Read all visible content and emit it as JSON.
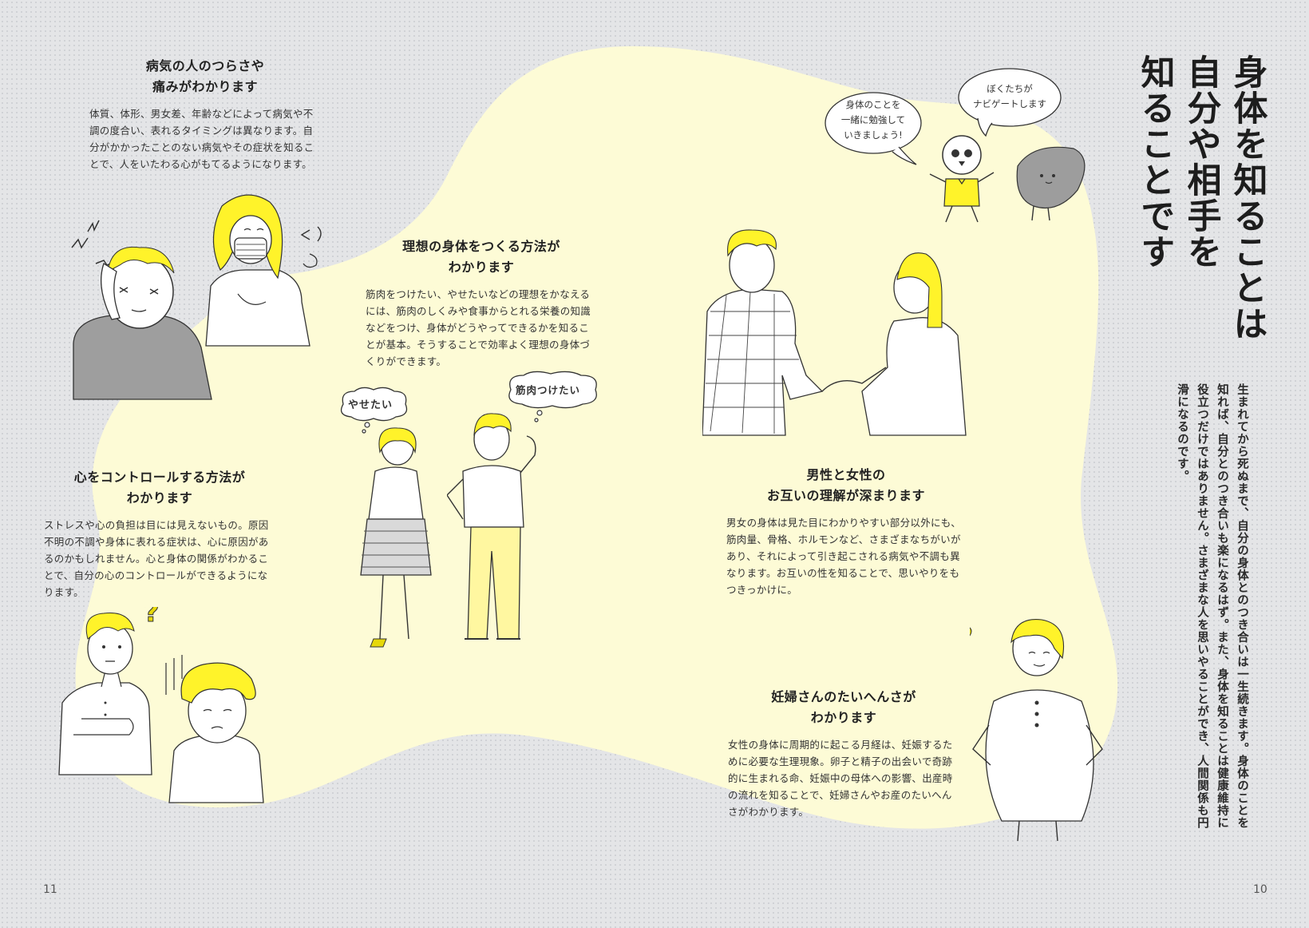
{
  "headline": {
    "lines": [
      "身体を知ることは",
      "自分や相手を",
      "知ることです"
    ]
  },
  "lead": {
    "text": "生まれてから死ぬまで、自分の身体とのつき合いは一生続きます。身体のことを知れば、自分とのつき合いも楽になるはず。また、身体を知ることは健康維持に役立つだけではありません。さまざまな人を思いやることができ、人間関係も円滑になるのです。"
  },
  "speech": {
    "left": [
      "身体のことを",
      "一緒に勉強して",
      "いきましょう!"
    ],
    "right": [
      "ぼくたちが",
      "ナビゲートします"
    ]
  },
  "thoughts": {
    "woman": "やせたい",
    "man": "筋肉つけたい"
  },
  "sections": {
    "illness": {
      "title": [
        "病気の人のつらさや",
        "痛みがわかります"
      ],
      "body": "体質、体形、男女差、年齢などによって病気や不調の度合い、表れるタイミングは異なります。自分がかかったことのない病気やその症状を知ることで、人をいたわる心がもてるようになります。"
    },
    "ideal": {
      "title": [
        "理想の身体をつくる方法が",
        "わかります"
      ],
      "body": "筋肉をつけたい、やせたいなどの理想をかなえるには、筋肉のしくみや食事からとれる栄養の知識などをつけ、身体がどうやってできるかを知ることが基本。そうすることで効率よく理想の身体づくりができます。"
    },
    "mind": {
      "title": [
        "心をコントロールする方法が",
        "わかります"
      ],
      "body": "ストレスや心の負担は目には見えないもの。原因不明の不調や身体に表れる症状は、心に原因があるのかもしれません。心と身体の関係がわかることで、自分の心のコントロールができるようになります。"
    },
    "gender": {
      "title": [
        "男性と女性の",
        "お互いの理解が深まります"
      ],
      "body": "男女の身体は見た目にわかりやすい部分以外にも、筋肉量、骨格、ホルモンなど、さまざまなちがいがあり、それによって引き起こされる病気や不調も異なります。お互いの性を知ることで、思いやりをもつきっかけに。"
    },
    "pregnancy": {
      "title": [
        "妊婦さんのたいへんさが",
        "わかります"
      ],
      "body": "女性の身体に周期的に起こる月経は、妊娠するために必要な生理現象。卵子と精子の出会いで奇跡的に生まれる命、妊娠中の母体への影響、出産時の流れを知ることで、妊婦さんやお産のたいへんさがわかります。"
    }
  },
  "pages": {
    "left": "11",
    "right": "10"
  },
  "colors": {
    "accent": "#fff32a",
    "blob": "#fdfbd6",
    "grey": "#9d9d9d",
    "background": "#e4e5e7"
  }
}
